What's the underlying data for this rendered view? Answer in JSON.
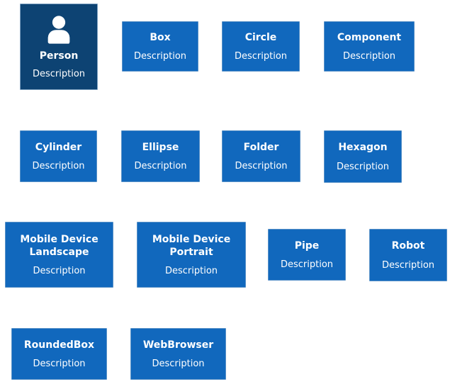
{
  "diagram": {
    "description": "Shape gallery of diagram element styles, each node showing a title and a description label",
    "background_color": "#ffffff",
    "element_fill_color": "#1168bd",
    "element_border_color": "#5a92c8",
    "person_fill_color": "#0d4373",
    "text_color": "#ffffff"
  },
  "items": [
    {
      "title": "Person",
      "description": "Description",
      "icon": "person-icon"
    },
    {
      "title": "Box",
      "description": "Description"
    },
    {
      "title": "Circle",
      "description": "Description"
    },
    {
      "title": "Component",
      "description": "Description"
    },
    {
      "title": "Cylinder",
      "description": "Description"
    },
    {
      "title": "Ellipse",
      "description": "Description"
    },
    {
      "title": "Folder",
      "description": "Description"
    },
    {
      "title": "Hexagon",
      "description": "Description"
    },
    {
      "title": "Mobile Device Landscape",
      "description": "Description"
    },
    {
      "title": "Mobile Device Portrait",
      "description": "Description"
    },
    {
      "title": "Pipe",
      "description": "Description"
    },
    {
      "title": "Robot",
      "description": "Description"
    },
    {
      "title": "RoundedBox",
      "description": "Description"
    },
    {
      "title": "WebBrowser",
      "description": "Description"
    }
  ]
}
